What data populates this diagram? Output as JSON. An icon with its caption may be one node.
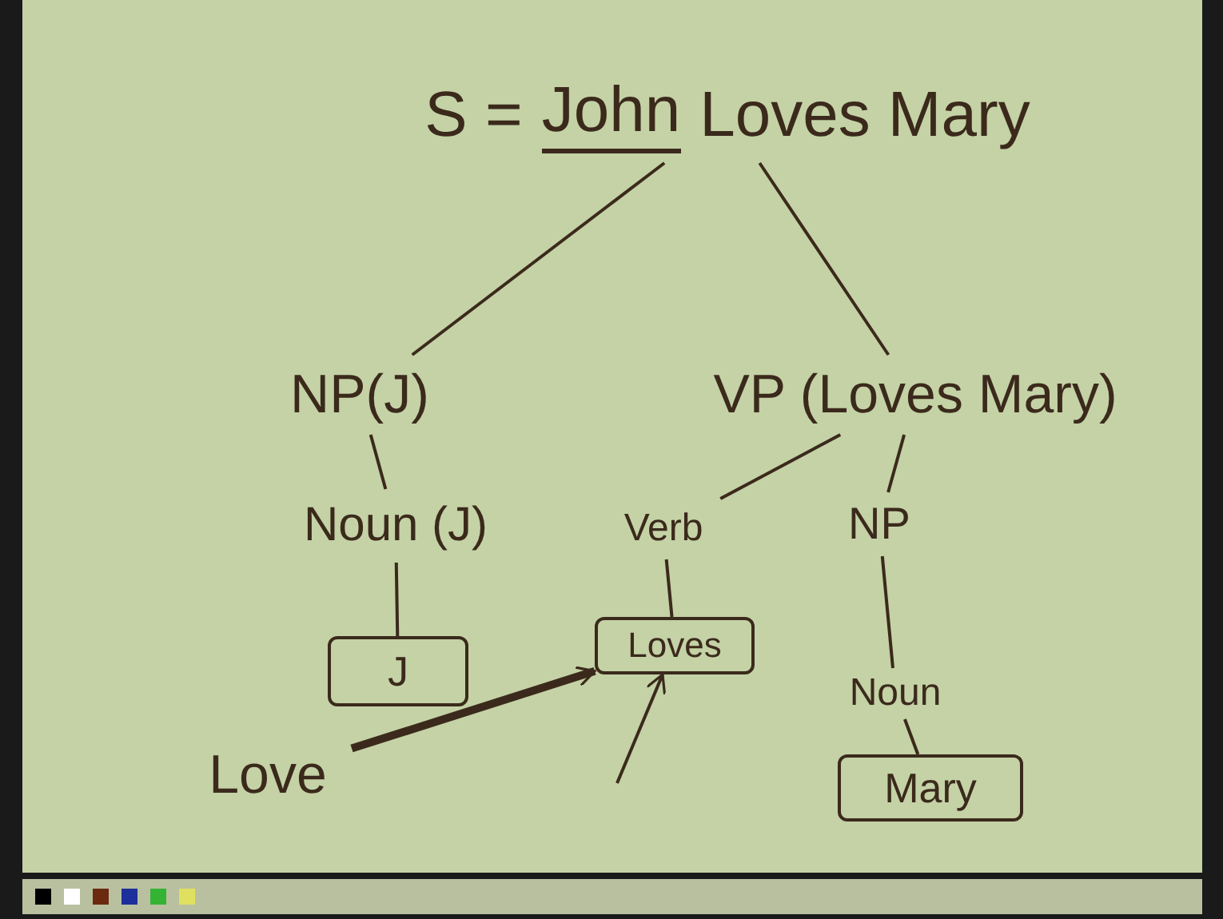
{
  "diagram": {
    "nodes": [
      {
        "text": [
          "S =",
          "John",
          "Loves Mary"
        ]
      },
      {
        "text": [
          "NP(J)"
        ]
      },
      {
        "text": [
          "VP (Loves Mary)"
        ]
      },
      {
        "text": [
          "Noun (J)"
        ]
      },
      {
        "text": [
          "Verb"
        ]
      },
      {
        "text": [
          "NP"
        ]
      },
      {
        "text": [
          "J"
        ]
      },
      {
        "text": [
          "Loves"
        ]
      },
      {
        "text": [
          "Noun"
        ]
      },
      {
        "text": [
          "Mary"
        ]
      },
      {
        "text": [
          "Love"
        ]
      }
    ],
    "edges": [
      {
        "from": 0,
        "to": 1,
        "arrow": "none"
      },
      {
        "from": 0,
        "to": 2,
        "arrow": "none"
      },
      {
        "from": 1,
        "to": 3,
        "arrow": "none"
      },
      {
        "from": 3,
        "to": 6,
        "arrow": "none"
      },
      {
        "from": 2,
        "to": 4,
        "arrow": "none"
      },
      {
        "from": 2,
        "to": 5,
        "arrow": "none"
      },
      {
        "from": 4,
        "to": 7,
        "arrow": "none"
      },
      {
        "from": 5,
        "to": 8,
        "arrow": "none"
      },
      {
        "from": 8,
        "to": 9,
        "arrow": "none"
      },
      {
        "from": 10,
        "to": 7,
        "arrow": "to",
        "style": "thick"
      },
      {
        "from": null,
        "to": 7,
        "arrow": "to"
      }
    ]
  }
}
